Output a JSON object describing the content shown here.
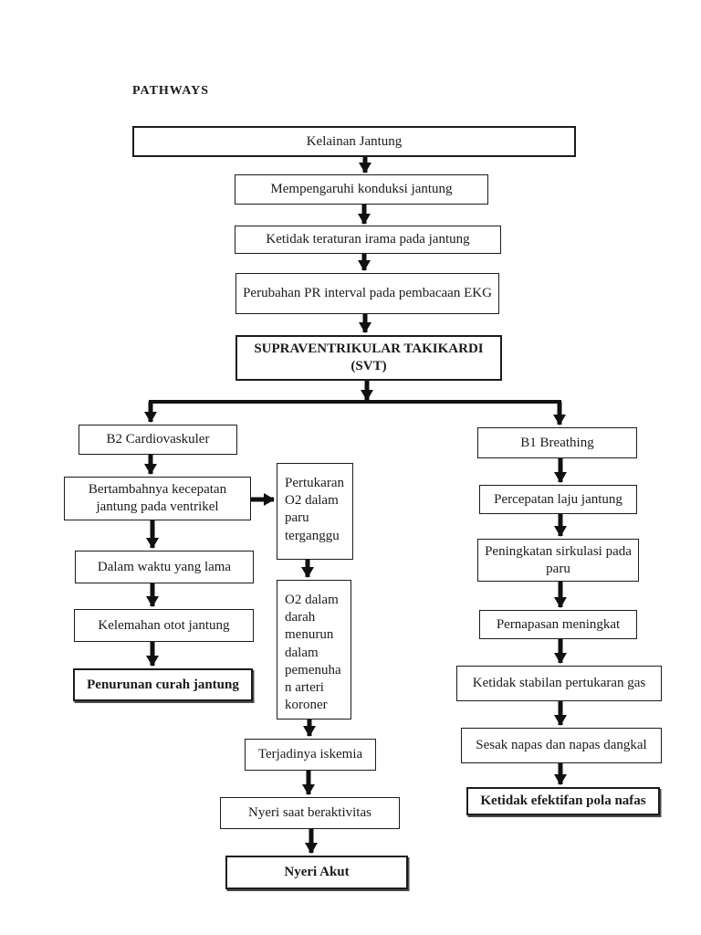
{
  "page_title": "PATHWAYS",
  "colors": {
    "ink": "#1b1b1b",
    "background": "#ffffff"
  },
  "flowchart": {
    "type": "flowchart",
    "nodes": {
      "kelainan_jantung": {
        "label": "Kelainan Jantung",
        "emphasis": "normal"
      },
      "mempengaruhi_konduksi": {
        "label": "Mempengaruhi konduksi jantung",
        "emphasis": "normal"
      },
      "ketidak_teraturan_irama": {
        "label": "Ketidak teraturan irama pada jantung",
        "emphasis": "normal"
      },
      "perubahan_pr_interval": {
        "label": "Perubahan PR interval pada pembacaan EKG",
        "emphasis": "normal"
      },
      "svt": {
        "label": "SUPRAVENTRIKULAR TAKIKARDI (SVT)",
        "emphasis": "bold"
      },
      "b2_cardiovaskuler": {
        "label": "B2 Cardiovaskuler",
        "emphasis": "normal"
      },
      "bertambahnya_kecepatan": {
        "label": "Bertambahnya kecepatan jantung pada ventrikel",
        "emphasis": "normal"
      },
      "pertukaran_o2": {
        "label": "Pertukaran O2 dalam paru terganggu",
        "emphasis": "normal"
      },
      "dalam_waktu_lama": {
        "label": "Dalam waktu yang lama",
        "emphasis": "normal"
      },
      "kelemahan_otot": {
        "label": "Kelemahan otot jantung",
        "emphasis": "normal"
      },
      "penurunan_curah": {
        "label": "Penurunan curah jantung",
        "emphasis": "bold"
      },
      "o2_darah_menurun": {
        "label": "O2 dalam darah menurun dalam pemenuhan arteri koroner",
        "emphasis": "normal"
      },
      "terjadinya_iskemia": {
        "label": "Terjadinya iskemia",
        "emphasis": "normal"
      },
      "nyeri_saat_beraktivitas": {
        "label": "Nyeri saat beraktivitas",
        "emphasis": "normal"
      },
      "nyeri_akut": {
        "label": "Nyeri Akut",
        "emphasis": "bold"
      },
      "b1_breathing": {
        "label": "B1 Breathing",
        "emphasis": "normal"
      },
      "percepatan_laju": {
        "label": "Percepatan laju jantung",
        "emphasis": "normal"
      },
      "peningkatan_sirkulasi": {
        "label": "Peningkatan sirkulasi pada paru",
        "emphasis": "normal"
      },
      "pernapasan_meningkat": {
        "label": "Pernapasan meningkat",
        "emphasis": "normal"
      },
      "ketidak_stabilan_gas": {
        "label": "Ketidak stabilan pertukaran gas",
        "emphasis": "normal"
      },
      "sesak_napas": {
        "label": "Sesak napas dan napas dangkal",
        "emphasis": "normal"
      },
      "ketidak_efektifan_pola": {
        "label": "Ketidak efektifan pola nafas",
        "emphasis": "bold"
      }
    }
  }
}
